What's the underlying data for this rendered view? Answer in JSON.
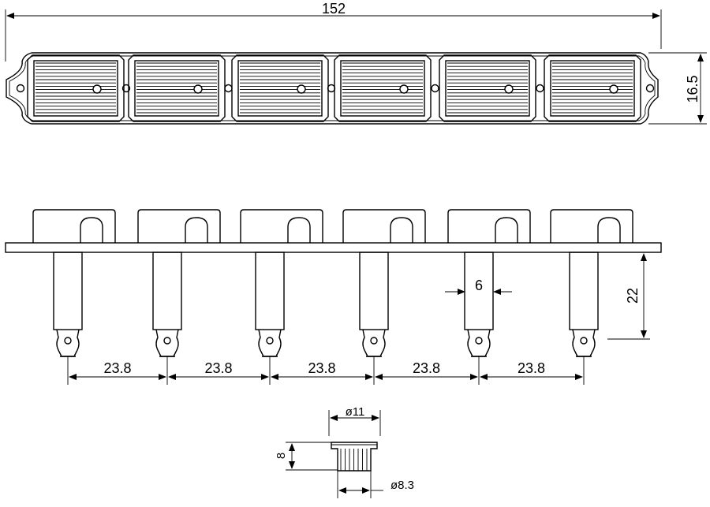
{
  "dimensions": {
    "total_length": "152",
    "height": "16.5",
    "post_diameter": "6",
    "post_length": "22",
    "spacing": [
      "23.8",
      "23.8",
      "23.8",
      "23.8",
      "23.8"
    ],
    "bushing_outer": "ø11",
    "bushing_height": "8",
    "bushing_inner": "ø8.3"
  },
  "tuner_count": 6
}
